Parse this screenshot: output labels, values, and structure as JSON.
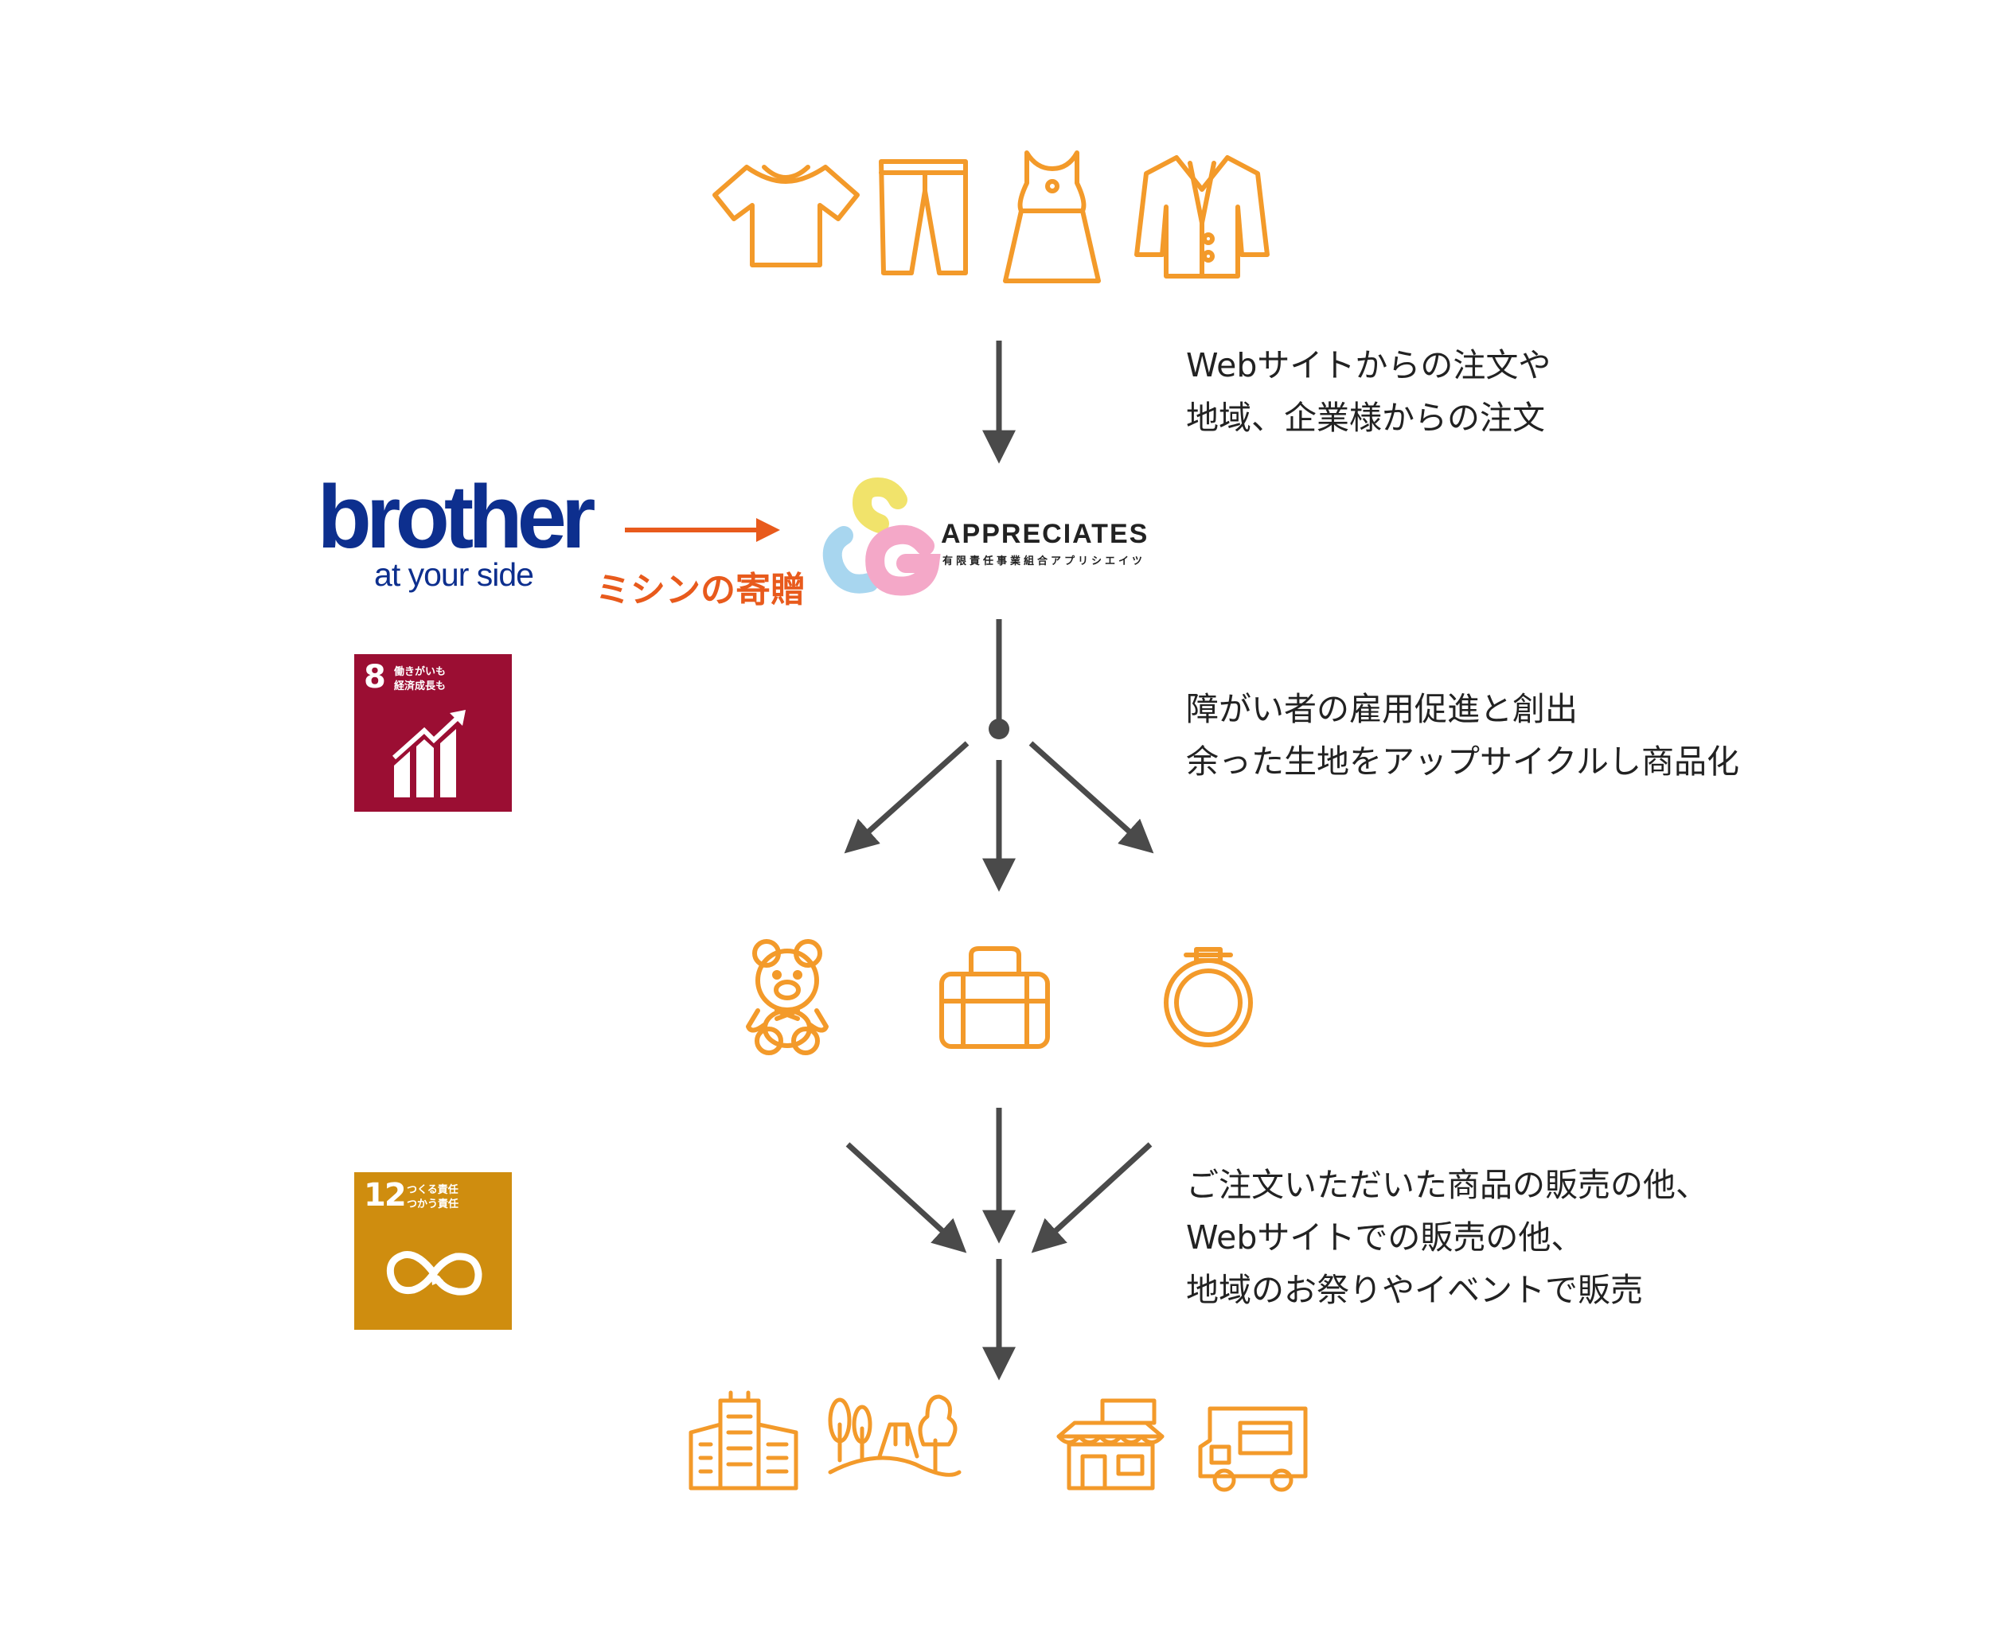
{
  "icons": {
    "clothing": [
      "tshirt-icon",
      "pants-icon",
      "dress-icon",
      "jacket-icon"
    ],
    "products": [
      "teddy-bear-icon",
      "bag-icon",
      "embroidery-hoop-icon"
    ],
    "venues": [
      "building-icon",
      "park-icon",
      "shop-icon",
      "food-truck-icon"
    ]
  },
  "notes": {
    "orders": [
      "Webサイトからの注文や",
      "地域、企業様からの注文"
    ],
    "production": [
      "障がい者の雇用促進と創出",
      "余った生地をアップサイクルし商品化"
    ],
    "sales": [
      "ご注文いただいた商品の販売の他、",
      "Webサイトでの販売の他、",
      "地域のお祭りやイベントで販売"
    ]
  },
  "brother": {
    "wordmark": "brother",
    "tagline": "at your side"
  },
  "donation": {
    "label": "ミシンの寄贈"
  },
  "appreciates": {
    "name": "APPRECIATES",
    "subtitle": "有限責任事業組合アプリシエイツ"
  },
  "sdg8": {
    "number": "8",
    "label_line1": "働きがいも",
    "label_line2": "経済成長も"
  },
  "sdg12": {
    "number": "12",
    "label_line1": "つくる責任",
    "label_line2": "つかう責任"
  },
  "colors": {
    "icon_orange": "#f39a2a",
    "arrow_gray": "#4a4a4a",
    "brother_blue": "#0d2f8e",
    "donation_orange": "#e85a1c",
    "sdg8_red": "#9b0e33",
    "sdg12_gold": "#cf8d0f"
  }
}
